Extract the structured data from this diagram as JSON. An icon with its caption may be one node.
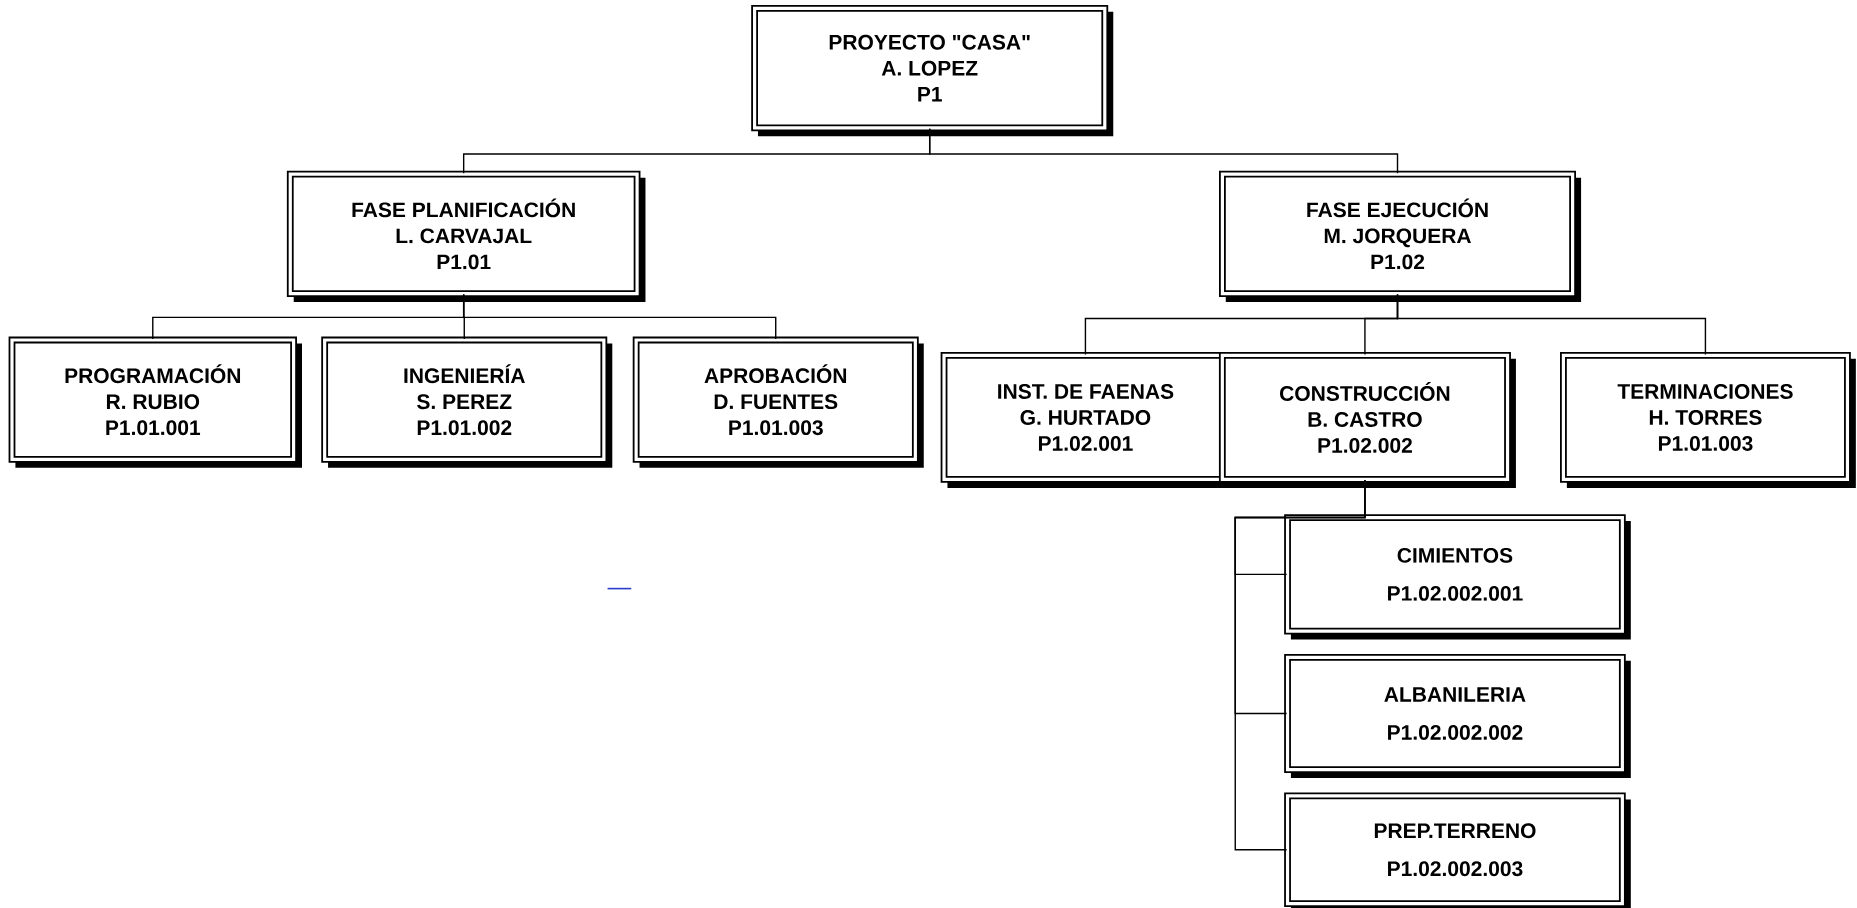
{
  "diagram": {
    "nodes": [
      {
        "text": [
          "PROYECTO \"CASA\"",
          "A. LOPEZ",
          "P1"
        ]
      },
      {
        "text": [
          "FASE PLANIFICACIÓN",
          "L. CARVAJAL",
          "P1.01"
        ]
      },
      {
        "text": [
          "FASE EJECUCIÓN",
          "M. JORQUERA",
          "P1.02"
        ]
      },
      {
        "text": [
          "PROGRAMACIÓN",
          "R. RUBIO",
          "P1.01.001"
        ]
      },
      {
        "text": [
          "INGENIERÍA",
          "S. PEREZ",
          "P1.01.002"
        ]
      },
      {
        "text": [
          "APROBACIÓN",
          "D. FUENTES",
          "P1.01.003"
        ]
      },
      {
        "text": [
          "INST. DE FAENAS",
          "G. HURTADO",
          "P1.02.001"
        ]
      },
      {
        "text": [
          "CONSTRUCCIÓN",
          "B. CASTRO",
          "P1.02.002"
        ]
      },
      {
        "text": [
          "TERMINACIONES",
          "H. TORRES",
          "P1.01.003"
        ]
      },
      {
        "text": [
          "CIMIENTOS",
          "P1.02.002.001"
        ]
      },
      {
        "text": [
          "ALBANILERIA",
          "P1.02.002.002"
        ]
      },
      {
        "text": [
          "PREP.TERRENO",
          "P1.02.002.003"
        ]
      }
    ],
    "edges": [
      {
        "from": 0,
        "to": 1,
        "arrow": "none"
      },
      {
        "from": 0,
        "to": 2,
        "arrow": "none"
      },
      {
        "from": 1,
        "to": 3,
        "arrow": "none"
      },
      {
        "from": 1,
        "to": 4,
        "arrow": "none"
      },
      {
        "from": 1,
        "to": 5,
        "arrow": "none"
      },
      {
        "from": 2,
        "to": 6,
        "arrow": "none"
      },
      {
        "from": 2,
        "to": 7,
        "arrow": "none"
      },
      {
        "from": 2,
        "to": 8,
        "arrow": "none"
      },
      {
        "from": 7,
        "to": 9,
        "arrow": "none"
      },
      {
        "from": 7,
        "to": 10,
        "arrow": "none"
      },
      {
        "from": 7,
        "to": 11,
        "arrow": "none"
      }
    ]
  }
}
